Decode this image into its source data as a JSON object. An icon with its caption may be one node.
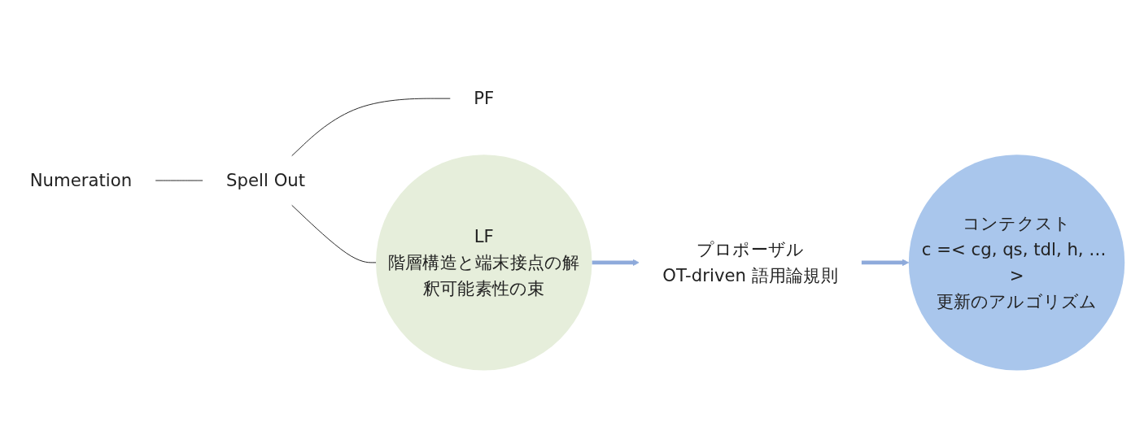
{
  "diagram": {
    "nodes": [
      {
        "text": [
          "Numeration"
        ]
      },
      {
        "text": [
          "Spell Out"
        ]
      },
      {
        "text": [
          "PF"
        ]
      },
      {
        "text": [
          "LF",
          "階層構造と端末接点の解釈可能素性の束"
        ]
      },
      {
        "text": [
          "プロポーザル",
          "OT-driven 語用論規則"
        ]
      },
      {
        "text": [
          "コンテクスト",
          "c =< cg, qs, tdl, h, … >",
          "更新のアルゴリズム"
        ]
      }
    ],
    "edges": [
      {
        "from": 0,
        "to": 1,
        "arrow": "none"
      },
      {
        "from": 1,
        "to": 2,
        "arrow": "none"
      },
      {
        "from": 1,
        "to": 3,
        "arrow": "none"
      },
      {
        "from": 3,
        "to": 4,
        "arrow": "to",
        "style": "thick",
        "color": "#8eaadb"
      },
      {
        "from": 4,
        "to": 5,
        "arrow": "to",
        "style": "thick",
        "color": "#8eaadb"
      }
    ]
  }
}
